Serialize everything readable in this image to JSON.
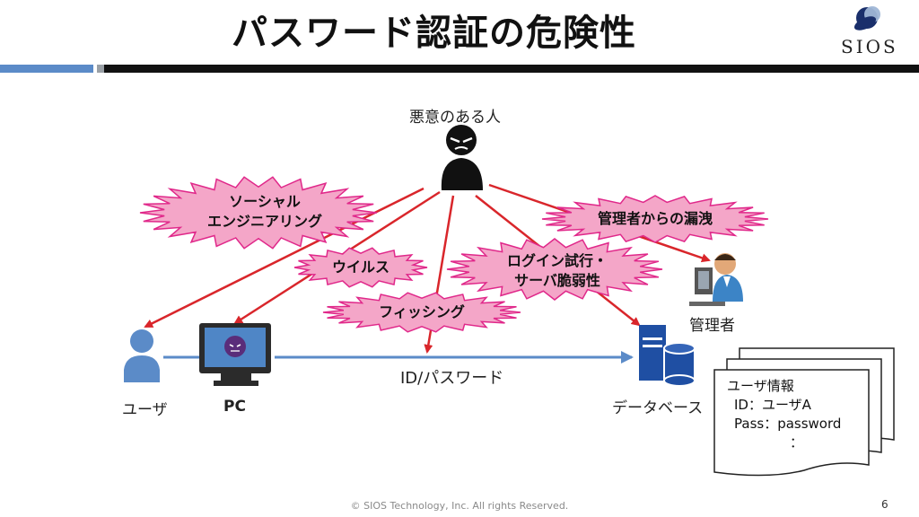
{
  "slide": {
    "title": "パスワード認証の危険性",
    "logo_text": "SIOS",
    "footer": "© SIOS Technology, Inc. All rights Reserved.",
    "page_number": "6"
  },
  "diagram": {
    "attacker_label": "悪意のある人",
    "admin_label": "管理者",
    "user_label": "ユーザ",
    "pc_label": "PC",
    "db_label": "データベース",
    "flow_label": "ID/パスワード",
    "threats": {
      "social_line1": "ソーシャル",
      "social_line2": "エンジニアリング",
      "virus": "ウイルス",
      "phishing": "フィッシング",
      "bruteforce_line1": "ログイン試行・",
      "bruteforce_line2": "サーバ脆弱性",
      "admin_leak": "管理者からの漏洩"
    },
    "user_info_card": {
      "title": "ユーザ情報",
      "id_line": "ID：ユーザA",
      "pass_line": "Pass：password",
      "more": "："
    },
    "colors": {
      "arrow_red": "#d9262b",
      "burst_fill": "#f4a6c8",
      "burst_stroke": "#e0288a",
      "user_blue": "#5b8bc8",
      "db_blue": "#1f4fa3",
      "flow_blue": "#5b8bc8"
    }
  }
}
